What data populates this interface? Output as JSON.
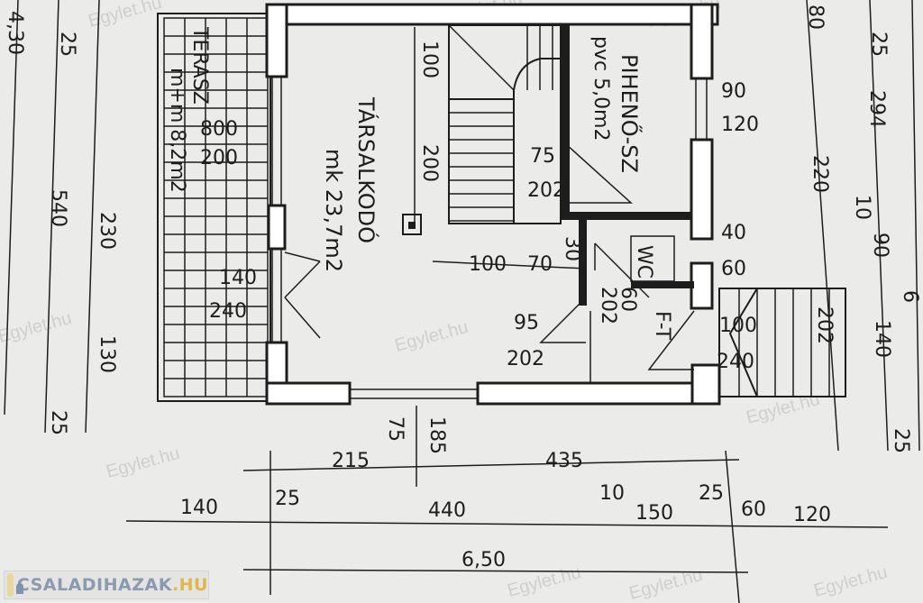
{
  "watermark": "Egylet.hu",
  "logo": {
    "text": "CSALADIHAZAK",
    "suffix": ".HU"
  },
  "rooms": {
    "terrace": {
      "name": "TERASZ",
      "floor": "m+m 8,2m2",
      "door_w": "800",
      "door_h": "200",
      "window_w": "140",
      "window_h": "240"
    },
    "living": {
      "name": "TÁRSALKODÓ",
      "floor": "mk 23,7m2",
      "stair_a": "100",
      "stair_b": "200"
    },
    "rest": {
      "name": "PIHENŐ-SZ",
      "floor": "pvc 5,0m2"
    },
    "wc": {
      "name": "WC"
    },
    "hall": {
      "name": "F-T",
      "door_w": "60",
      "door_h": "202"
    }
  },
  "openings": {
    "d1": [
      "75",
      "202"
    ],
    "d2": [
      "95",
      "202"
    ],
    "w1": [
      "90",
      "120"
    ],
    "w2": [
      "40",
      "60"
    ],
    "d3": [
      "100",
      "240"
    ],
    "ext_stair": "202"
  },
  "interior_dims": [
    "100",
    "70",
    "30"
  ],
  "left_dims": [
    "4,30",
    "25",
    "540",
    "230",
    "130",
    "25"
  ],
  "right_dims": [
    "80",
    "25",
    "294",
    "220",
    "10",
    "90",
    "6",
    "140",
    "25"
  ],
  "bottom_dims": {
    "v1": "75",
    "v2": "185",
    "row1": [
      "215",
      "435"
    ],
    "row2": [
      "140",
      "25",
      "440",
      "10",
      "150",
      "25",
      "60",
      "120"
    ],
    "total": "6,50"
  }
}
